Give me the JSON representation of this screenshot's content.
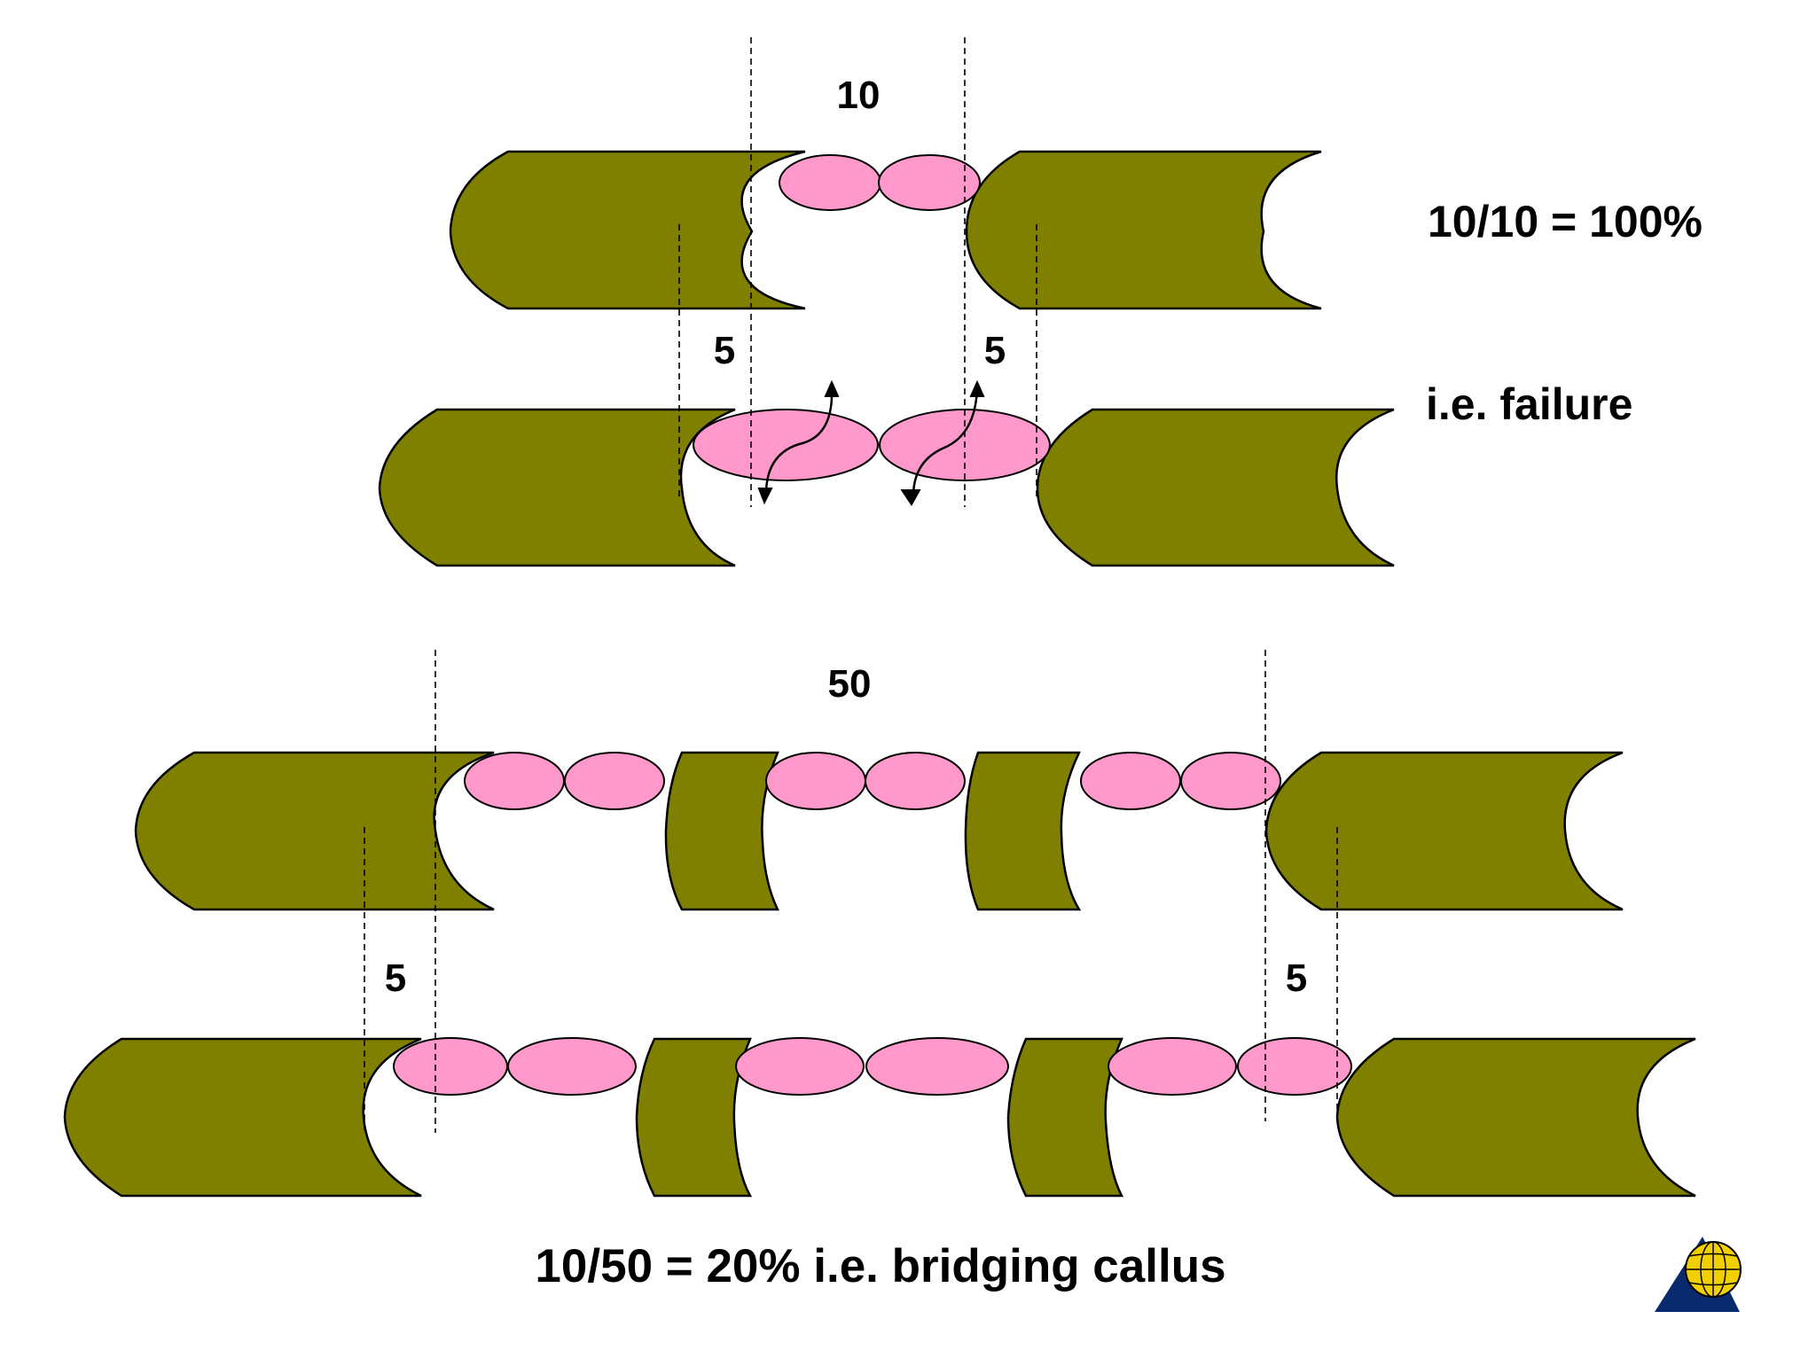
{
  "colors": {
    "bone": "#808000",
    "callus": "#ff99cc",
    "outline": "#000000",
    "logo_triangle": "#0a2a6e",
    "logo_globe": "#f2d000"
  },
  "labels": {
    "top_gap": "10",
    "top_ratio": "10/10 = 100%",
    "top_strain_left": "5",
    "top_strain_right": "5",
    "top_result": "i.e. failure",
    "bottom_gap": "50",
    "bottom_strain_left": "5",
    "bottom_strain_right": "5",
    "bottom_result": "10/50 = 20% i.e. bridging callus"
  },
  "logo": {
    "icon": "ao-globe-logo"
  }
}
